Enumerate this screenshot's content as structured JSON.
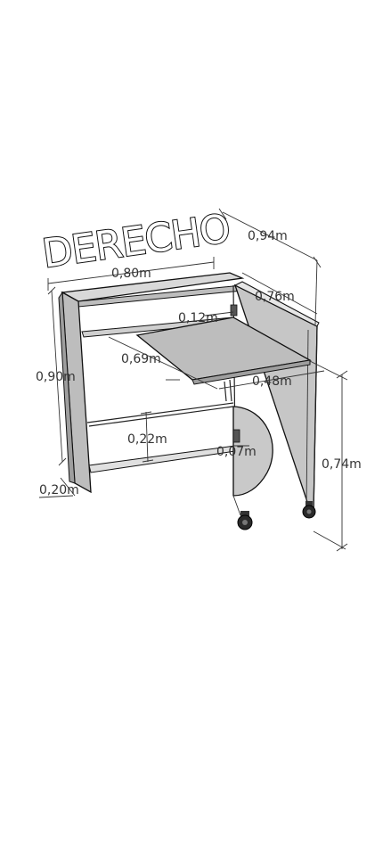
{
  "diagram": {
    "title": "DERECHO",
    "dimensions": {
      "width_top": "0,80m",
      "height_total": "0,90m",
      "depth_base": "0,20m",
      "shelf_gap": "0,12m",
      "desk_width": "0,69m",
      "shelf_height": "0,22m",
      "cart_depth": "0,94m",
      "cart_panel": "0,76m",
      "desk_depth": "0,48m",
      "hinge_gap": "0,07m",
      "cart_height": "0,74m"
    }
  }
}
